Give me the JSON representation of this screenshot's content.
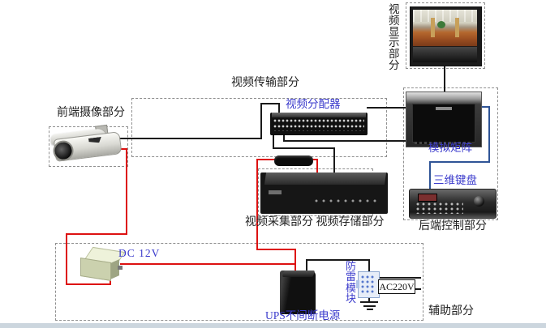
{
  "sections": {
    "display": "视频显示部分",
    "transmission": "视频传输部分",
    "front_camera": "前端摄像部分",
    "capture_storage": "视频采集部分 视频存储部分",
    "backend_control": "后端控制部分",
    "auxiliary": "辅助部分"
  },
  "devices": {
    "video_distributor": "视频分配器",
    "analog_matrix": "模拟矩阵",
    "keyboard_3d": "三维键盘",
    "dc_power": "DC 12V",
    "ups": "UPS不间断电源",
    "lightning_module": "防雷模块",
    "ac_power": "AC220V"
  },
  "colors": {
    "signal_wire": "#1a1a1a",
    "power_wire": "#dd1111",
    "control_wire": "#2f5496",
    "label_blue": "#3b3bcc",
    "label_black": "#222222",
    "dashed_border": "#8f8f8f"
  }
}
